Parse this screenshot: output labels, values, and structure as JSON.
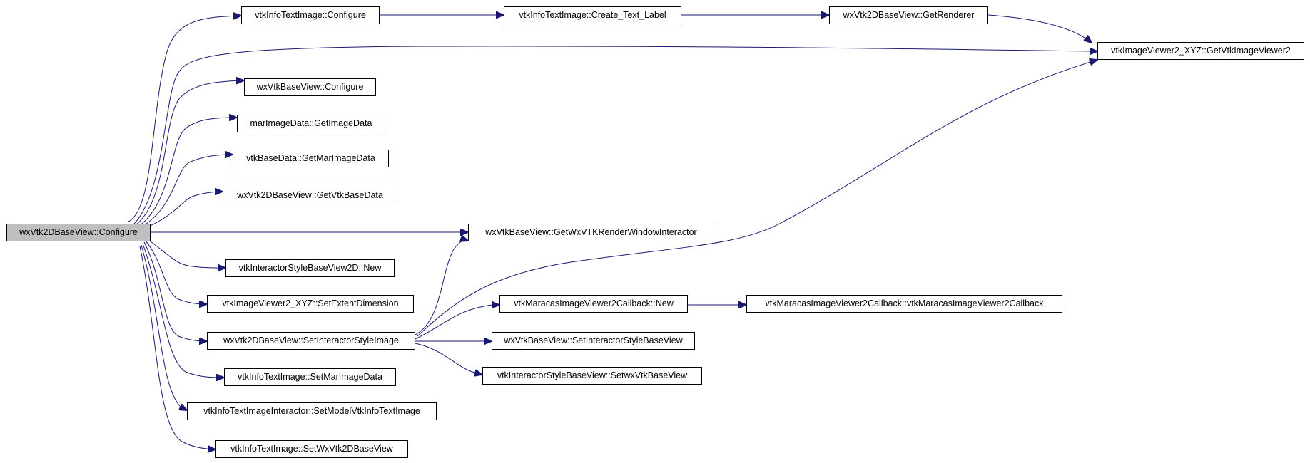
{
  "colors": {
    "edge": "#191970",
    "node_border": "#000000",
    "root_fill": "#bfbfbf",
    "node_fill": "#ffffff"
  },
  "nodes": {
    "n_root": "wxVtk2DBaseView::Configure",
    "n_iti_configure": "vtkInfoTextImage::Configure",
    "n_create_text_label": "vtkInfoTextImage::Create_Text_Label",
    "n_get_renderer": "wxVtk2DBaseView::GetRenderer",
    "n_get_vtkimageviewer2": "vtkImageViewer2_XYZ::GetVtkImageViewer2",
    "n_wxbase_configure": "wxVtkBaseView::Configure",
    "n_get_imagedata": "marImageData::GetImageData",
    "n_get_marimagedata": "vtkBaseData::GetMarImageData",
    "n_get_vtkbasedata": "wxVtk2DBaseView::GetVtkBaseData",
    "n_get_rwi": "wxVtkBaseView::GetWxVTKRenderWindowInteractor",
    "n_isbv2d_new": "vtkInteractorStyleBaseView2D::New",
    "n_set_extent": "vtkImageViewer2_XYZ::SetExtentDimension",
    "n_mivcb_new": "vtkMaracasImageViewer2Callback::New",
    "n_mivcb_ctor": "vtkMaracasImageViewer2Callback::vtkMaracasImageViewer2Callback",
    "n_set_isi": "wxVtk2DBaseView::SetInteractorStyleImage",
    "n_set_isbv": "wxVtkBaseView::SetInteractorStyleBaseView",
    "n_set_wxvtkbaseview": "vtkInteractorStyleBaseView::SetwxVtkBaseView",
    "n_set_marimagedata": "vtkInfoTextImage::SetMarImageData",
    "n_set_model": "vtkInfoTextImageInteractor::SetModelVtkInfoTextImage",
    "n_set_wxvtk2dbaseview": "vtkInfoTextImage::SetWxVtk2DBaseView"
  }
}
